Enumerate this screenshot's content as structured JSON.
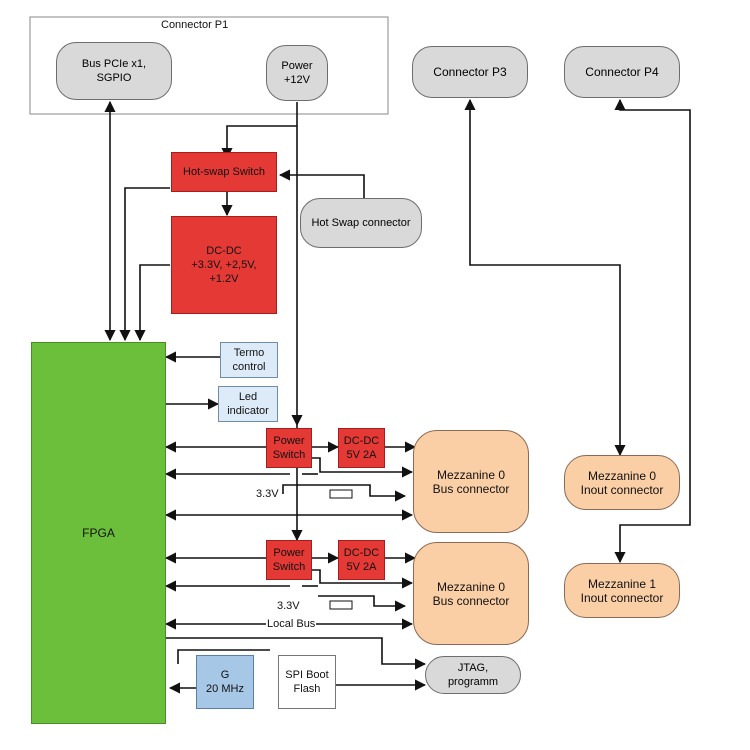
{
  "connector_p1": {
    "title": "Connector P1",
    "bus_pcie": "Bus PCIe x1,\nSGPIO",
    "power": "Power\n+12V"
  },
  "connector_p3": "Connector P3",
  "connector_p4": "Connector P4",
  "hot_swap_switch": "Hot-swap Switch",
  "hot_swap_connector": "Hot Swap connector",
  "dcdc_main": "DC-DC\n+3.3V, +2,5V,\n+1.2V",
  "fpga": "FPGA",
  "termo_control": "Termo\ncontrol",
  "led_indicator": "Led\nindicator",
  "row0": {
    "power_switch": "Power\nSwitch",
    "dcdc": "DC-DC\n5V 2A",
    "voltage": "3.3V",
    "mezzanine": "Mezzanine 0\nBus connector"
  },
  "row1": {
    "power_switch": "Power\nSwitch",
    "dcdc": "DC-DC\n5V 2A",
    "voltage": "3.3V",
    "mezzanine": "Mezzanine 0\nBus connector"
  },
  "mezz0_inout": "Mezzanine 0\nInout connector",
  "mezz1_inout": "Mezzanine 1\nInout connector",
  "local_bus": "Local Bus",
  "oscillator": "G\n20 MHz",
  "spi_boot_flash": "SPI Boot\nFlash",
  "jtag": "JTAG,\nprogramm"
}
